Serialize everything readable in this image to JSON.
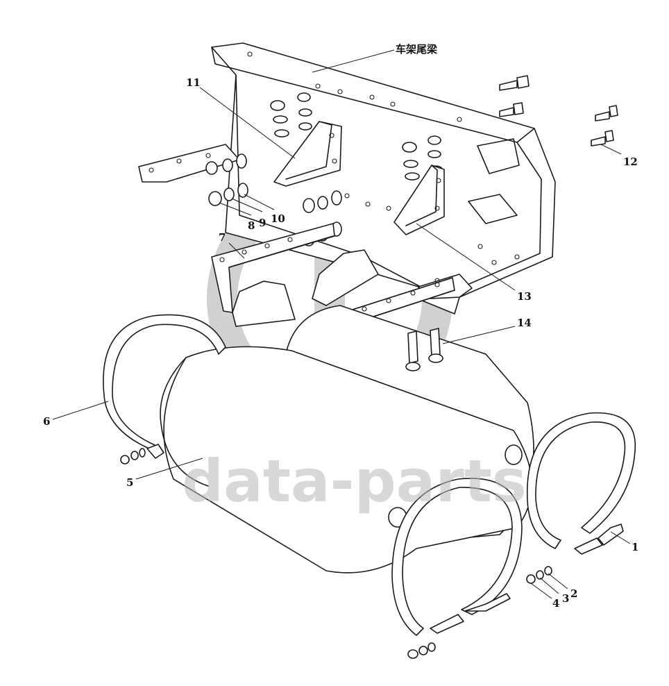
{
  "diagram": {
    "callouts": [
      {
        "id": "frame-beam",
        "text": "车架尾梁"
      },
      {
        "id": "c11",
        "text": "11"
      },
      {
        "id": "c12",
        "text": "12"
      },
      {
        "id": "c8",
        "text": "8"
      },
      {
        "id": "c9",
        "text": "9"
      },
      {
        "id": "c10",
        "text": "10"
      },
      {
        "id": "c7",
        "text": "7"
      },
      {
        "id": "c13",
        "text": "13"
      },
      {
        "id": "c14",
        "text": "14"
      },
      {
        "id": "c6",
        "text": "6"
      },
      {
        "id": "c5",
        "text": "5"
      },
      {
        "id": "c1",
        "text": "1"
      },
      {
        "id": "c2",
        "text": "2"
      },
      {
        "id": "c3",
        "text": "3"
      },
      {
        "id": "c4",
        "text": "4"
      }
    ]
  },
  "watermark": {
    "text": "data-parts",
    "color": "#b9b9b9"
  },
  "colors": {
    "line": "#1a1a1a",
    "background": "#ffffff"
  }
}
